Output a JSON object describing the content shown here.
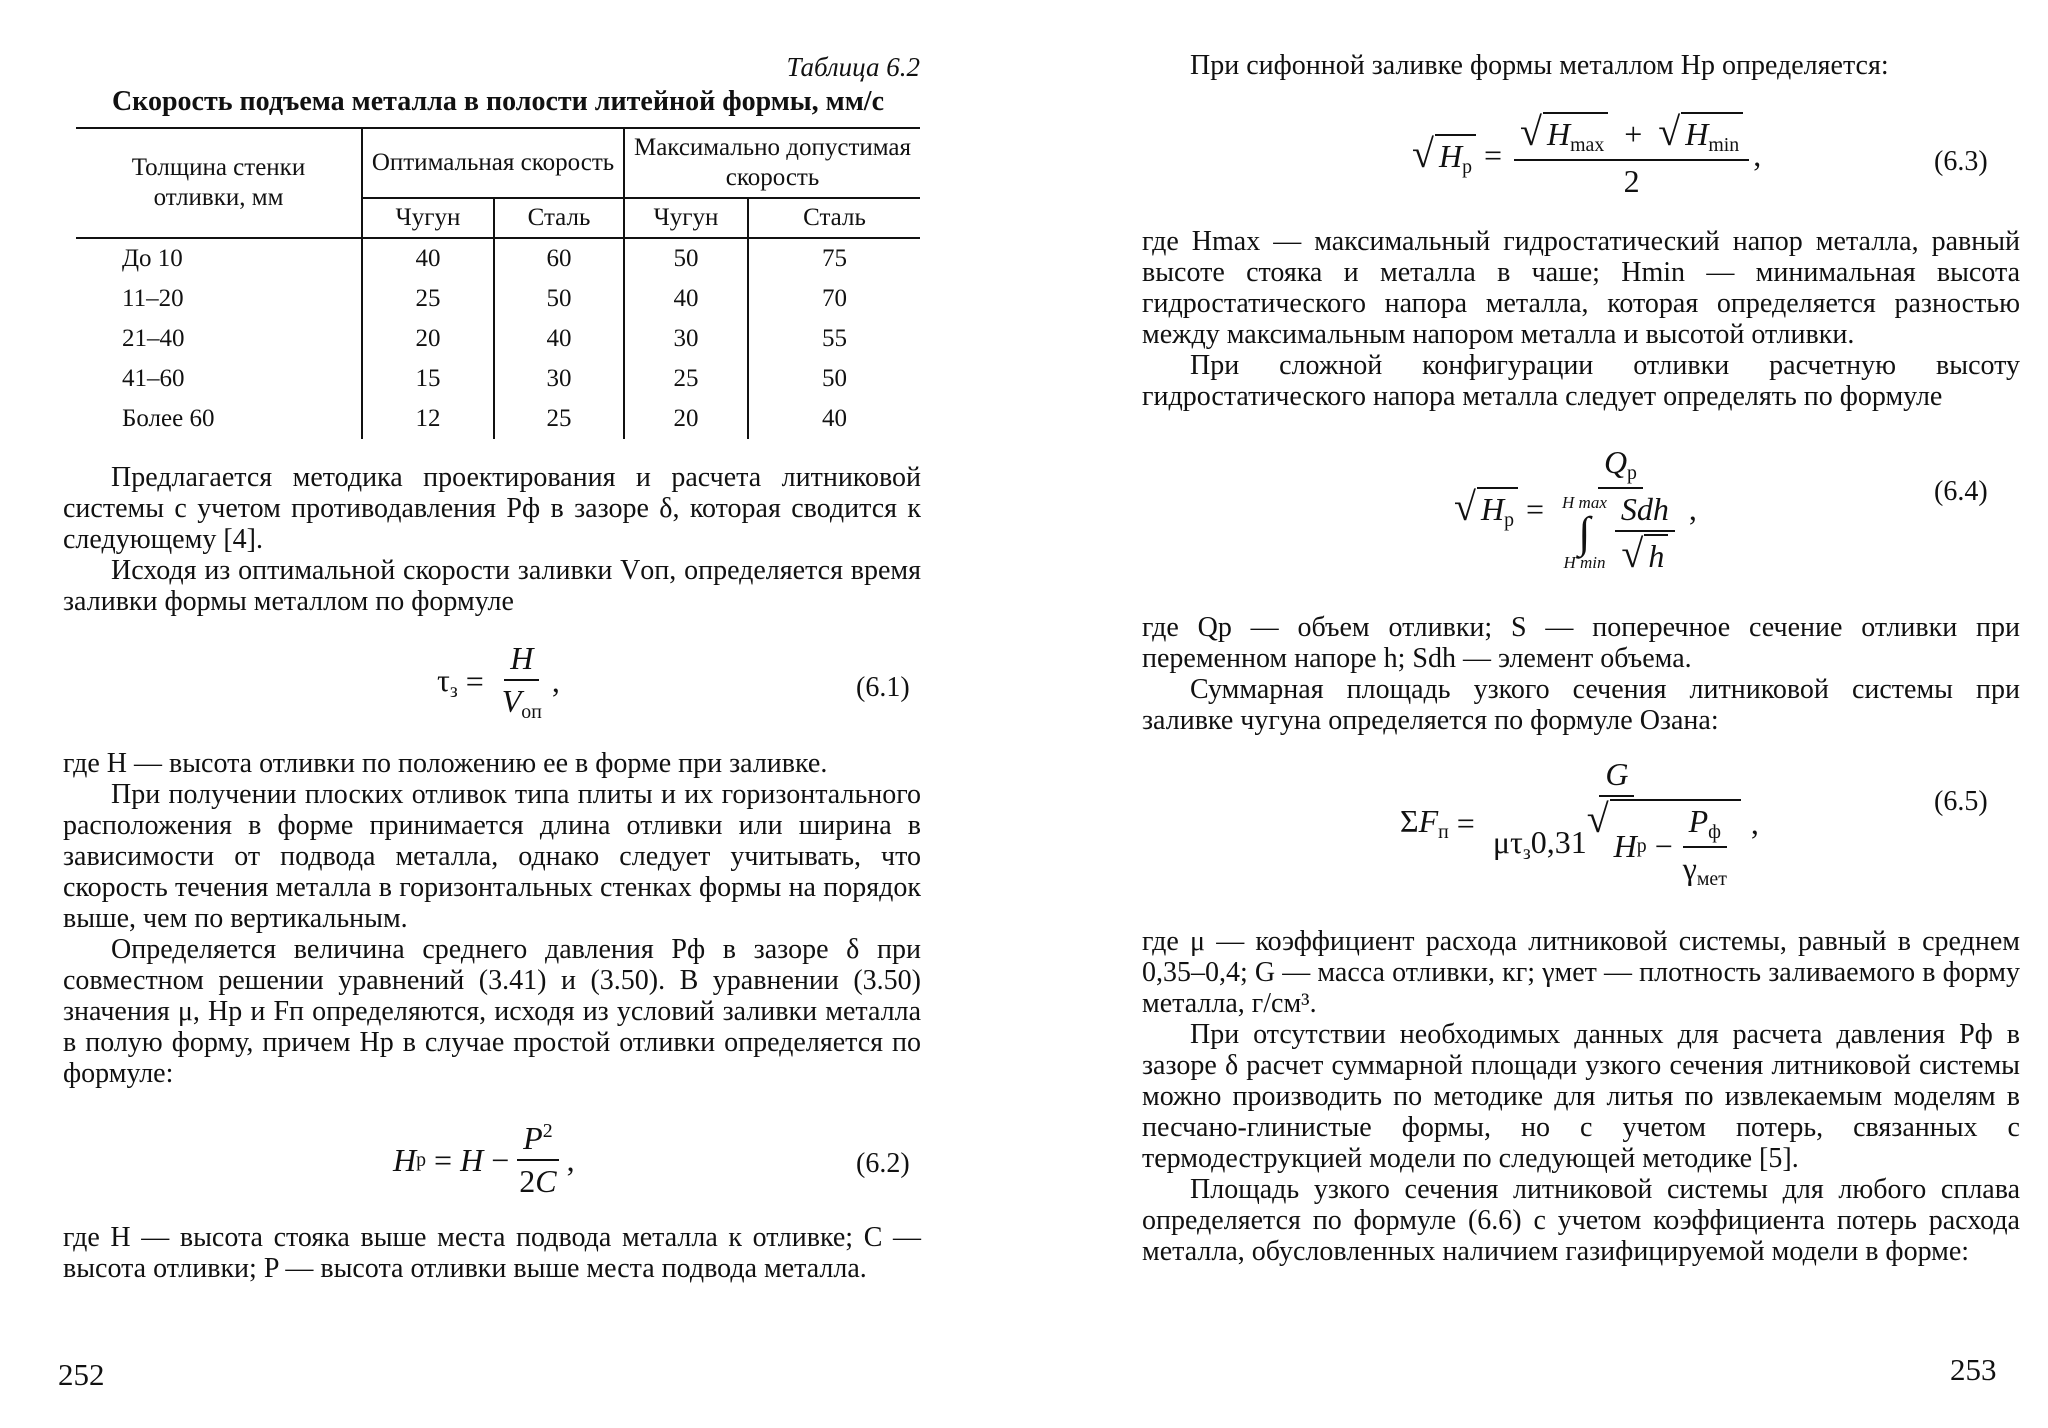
{
  "left": {
    "table_caption": "Таблица 6.2",
    "table_title": "Скорость подъема металла в полости литейной формы, мм/с",
    "table": {
      "col_thickness": "Толщина стенки отливки, мм",
      "col_optimal": "Оптимальная скорость",
      "col_max": "Максимально допустимая скорость",
      "sub_cast_iron": "Чугун",
      "sub_steel": "Сталь",
      "rows": [
        {
          "thickness": "До 10",
          "opt_iron": "40",
          "opt_steel": "60",
          "max_iron": "50",
          "max_steel": "75"
        },
        {
          "thickness": "11–20",
          "opt_iron": "25",
          "opt_steel": "50",
          "max_iron": "40",
          "max_steel": "70"
        },
        {
          "thickness": "21–40",
          "opt_iron": "20",
          "opt_steel": "40",
          "max_iron": "30",
          "max_steel": "55"
        },
        {
          "thickness": "41–60",
          "opt_iron": "15",
          "opt_steel": "30",
          "max_iron": "25",
          "max_steel": "50"
        },
        {
          "thickness": "Более 60",
          "opt_iron": "12",
          "opt_steel": "25",
          "max_iron": "20",
          "max_steel": "40"
        }
      ]
    },
    "para1": "Предлагается методика проектирования и расчета литниковой системы с учетом противодавления Pф в зазоре δ, которая сводится к следующему [4].",
    "para2": "Исходя из оптимальной скорости заливки Vоп, определяется время заливки формы металлом по формуле",
    "eq1_number": "(6.1)",
    "para3": "где H — высота отливки по положению ее в форме при заливке.",
    "para4": "При получении плоских отливок типа плиты и их горизонтального расположения в форме принимается длина отливки или ширина в зависимости от подвода металла, однако следует учитывать, что скорость течения металла в горизонтальных стенках формы на порядок выше, чем по вертикальным.",
    "para5": "Определяется величина среднего давления Pф в зазоре δ при совместном решении уравнений (3.41) и (3.50). В уравнении (3.50) значения μ, Hр и Fп определяются, исходя из условий заливки металла в полую форму, причем Hр в случае простой отливки определяется по формуле:",
    "eq2_number": "(6.2)",
    "para6": "где H — высота стояка выше места подвода металла к отливке; C — высота отливки; P — высота отливки выше места подвода металла.",
    "page_number": "252"
  },
  "right": {
    "para1": "При сифонной заливке формы металлом Hр определяется:",
    "eq3_number": "(6.3)",
    "para2": "где Hmax — максимальный гидростатический напор металла, равный высоте стояка и металла в чаше; Hmin — минимальная высота гидростатического напора металла, которая определяется разностью между максимальным напором металла и высотой отливки.",
    "para3": "При сложной конфигурации отливки расчетную высоту гидростатического напора металла следует определять по формуле",
    "eq4_number": "(6.4)",
    "para4": "где Qр — объем отливки; S — поперечное сечение отливки при переменном напоре h; Sdh — элемент объема.",
    "para5": "Суммарная площадь узкого сечения литниковой системы при заливке чугуна определяется по формуле Озана:",
    "eq5_number": "(6.5)",
    "para6": "где μ — коэффициент расхода литниковой системы, равный в среднем 0,35–0,4; G — масса отливки, кг; γмет — плотность заливаемого в форму металла, г/см³.",
    "para7": "При отсутствии необходимых данных для расчета давления Pф в зазоре δ расчет суммарной площади узкого сечения литниковой системы можно производить по методике для литья по извлекаемым моделям в песчано-глинистые формы, но с учетом потерь, связанных с термодеструкцией модели по следующей методике [5].",
    "para8": "Площадь узкого сечения литниковой системы для любого сплава определяется по формуле (6.6) с учетом коэффициента потерь расхода металла, обусловленных наличием газифицируемой модели в форме:",
    "page_number": "253"
  }
}
